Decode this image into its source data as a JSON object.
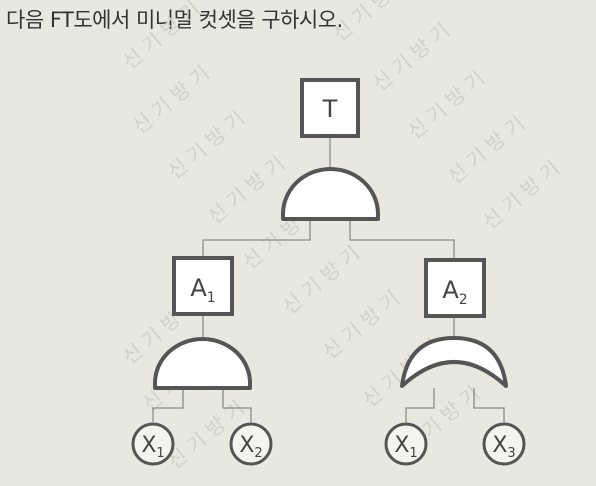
{
  "question": "다음 FT도에서 미니멀 컷셋을 구하시오.",
  "watermark": "신 기 방 기",
  "colors": {
    "background": "#e9e8e0",
    "stroke": "#555555",
    "wire": "#8a8a8a"
  },
  "tree": {
    "top": "T",
    "left_event": {
      "label": "A",
      "sub": "1"
    },
    "right_event": {
      "label": "A",
      "sub": "2"
    },
    "left_inputs": [
      {
        "label": "X",
        "sub": "1"
      },
      {
        "label": "X",
        "sub": "2"
      }
    ],
    "right_inputs": [
      {
        "label": "X",
        "sub": "1"
      },
      {
        "label": "X",
        "sub": "3"
      }
    ]
  }
}
